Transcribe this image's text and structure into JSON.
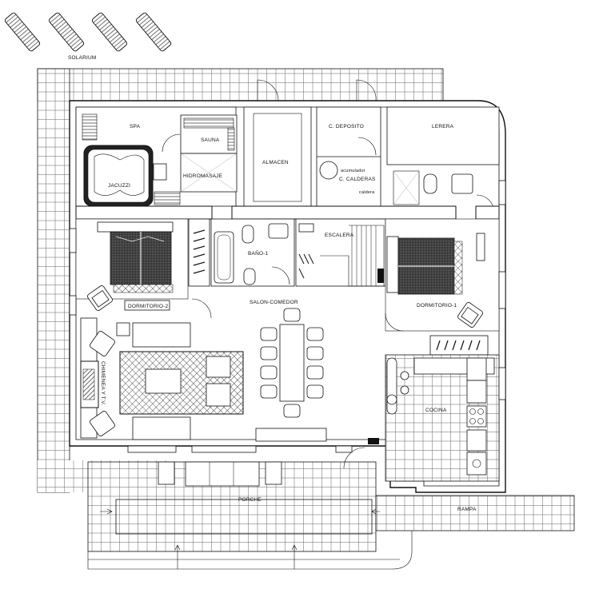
{
  "rooms": {
    "solarium": "SOLARIUM",
    "spa": "SPA",
    "sauna": "SAUNA",
    "jacuzzi": "JACUZZI",
    "hidromasaje": "HIDROMASAJE",
    "almacen": "ALMACEN",
    "deposito": "C. DEPOSITO",
    "acumulador": "acumulador",
    "calderas": "C. CALDERAS",
    "caldera": "caldera",
    "lerera": "LERERA",
    "escalera": "ESCALERA",
    "bano": "BAÑO-1",
    "dormitorio2": "DORMITORIO-2",
    "salon": "SALON-COMEDOR",
    "dormitorio1": "DORMITORIO-1",
    "chimenea": "CHIMENEA Y T.V.",
    "cocina": "COCINA",
    "porche": "PORCHE",
    "rampa": "RAMPA"
  }
}
